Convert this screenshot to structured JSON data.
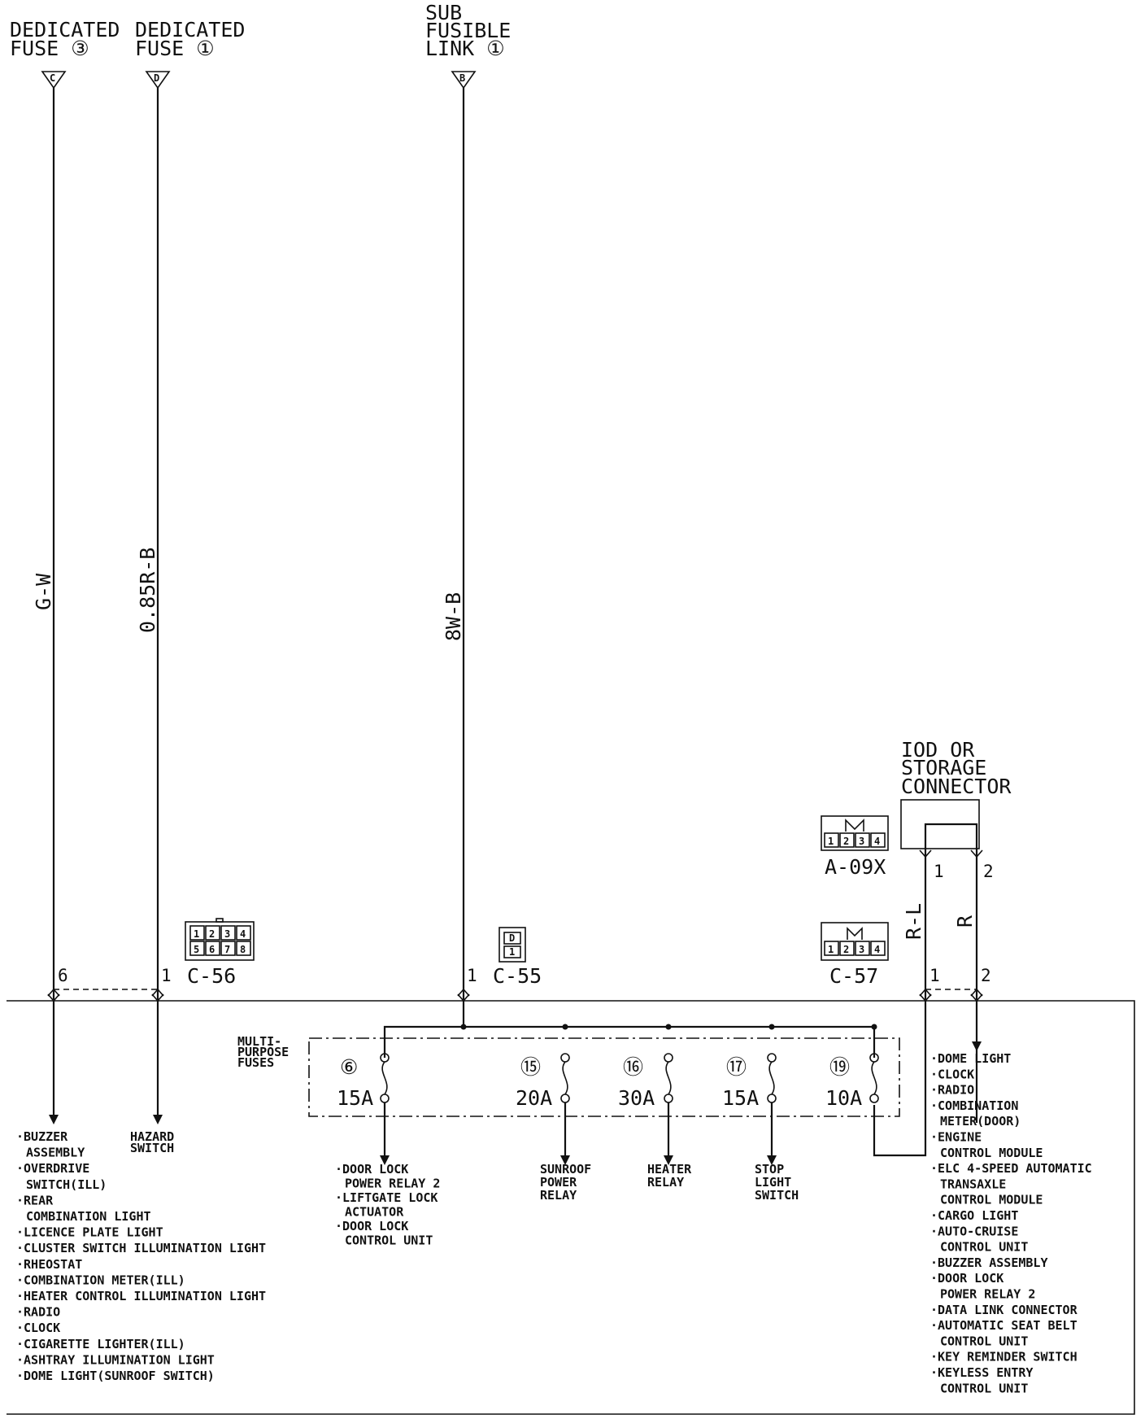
{
  "sources": [
    {
      "id": "dedicated-fuse-3",
      "lines": [
        "DEDICATED",
        "FUSE ③"
      ],
      "tag": "C"
    },
    {
      "id": "dedicated-fuse-1",
      "lines": [
        "DEDICATED",
        "FUSE ①"
      ],
      "tag": "D"
    },
    {
      "id": "sub-fusible-link-1",
      "lines": [
        "SUB",
        "FUSIBLE",
        "LINK ①"
      ],
      "tag": "B"
    }
  ],
  "wires": {
    "gw": "G-W",
    "r_b": "0.85R-B",
    "w_b": "8W-B",
    "r_l": "R-L",
    "r": "R"
  },
  "connectors": {
    "c56": {
      "name": "C-56",
      "pins": [
        "1",
        "2",
        "3",
        "4",
        "5",
        "6",
        "7",
        "8"
      ],
      "pin_left": "6",
      "pin_right": "1"
    },
    "c55": {
      "name": "C-55",
      "pin_top": "D",
      "pin_bottom": "1",
      "pin": "1"
    },
    "c57": {
      "name": "C-57",
      "pins": [
        "1",
        "2",
        "3",
        "4"
      ],
      "pin_left": "1",
      "pin_right": "2"
    },
    "a09x": {
      "name": "A-09X",
      "pins": [
        "1",
        "2",
        "3",
        "4"
      ],
      "pin_left": "1",
      "pin_right": "2"
    }
  },
  "iod": {
    "lines": [
      "IOD OR",
      "STORAGE",
      "CONNECTOR"
    ]
  },
  "mpf": {
    "label_lines": [
      "MULTI-",
      "PURPOSE",
      "FUSES"
    ],
    "fuses": [
      {
        "num": "⑥",
        "amp": "15A"
      },
      {
        "num": "⑮",
        "amp": "20A"
      },
      {
        "num": "⑯",
        "amp": "30A"
      },
      {
        "num": "⑰",
        "amp": "15A"
      },
      {
        "num": "⑲",
        "amp": "10A"
      }
    ]
  },
  "loads": {
    "left": [
      "·BUZZER",
      "ASSEMBLY",
      "·OVERDRIVE",
      "SWITCH(ILL)",
      "·REAR",
      "COMBINATION LIGHT",
      "·LICENCE PLATE LIGHT",
      "·CLUSTER SWITCH ILLUMINATION LIGHT",
      "·RHEOSTAT",
      "·COMBINATION METER(ILL)",
      "·HEATER CONTROL ILLUMINATION LIGHT",
      "·RADIO",
      "·CLOCK",
      "·CIGARETTE LIGHTER(ILL)",
      "·ASHTRAY ILLUMINATION LIGHT",
      "·DOME LIGHT(SUNROOF SWITCH)"
    ],
    "hazard": [
      "HAZARD",
      "SWITCH"
    ],
    "fuse6": [
      "·DOOR LOCK",
      "POWER RELAY 2",
      "·LIFTGATE LOCK",
      "ACTUATOR",
      "·DOOR LOCK",
      "CONTROL UNIT"
    ],
    "fuse15": [
      "SUNROOF",
      "POWER",
      "RELAY"
    ],
    "fuse16": [
      "HEATER",
      "RELAY"
    ],
    "fuse17": [
      "STOP",
      "LIGHT",
      "SWITCH"
    ],
    "right": [
      "·DOME LIGHT",
      "·CLOCK",
      "·RADIO",
      "·COMBINATION",
      "METER(DOOR)",
      "·ENGINE",
      "CONTROL MODULE",
      "·ELC 4-SPEED AUTOMATIC",
      "TRANSAXLE",
      "CONTROL MODULE",
      "·CARGO LIGHT",
      "·AUTO-CRUISE",
      "CONTROL UNIT",
      "·BUZZER ASSEMBLY",
      "·DOOR LOCK",
      "POWER RELAY 2",
      "·DATA LINK CONNECTOR",
      "·AUTOMATIC SEAT BELT",
      "CONTROL UNIT",
      "·KEY REMINDER SWITCH",
      "·KEYLESS ENTRY",
      "CONTROL UNIT"
    ]
  }
}
